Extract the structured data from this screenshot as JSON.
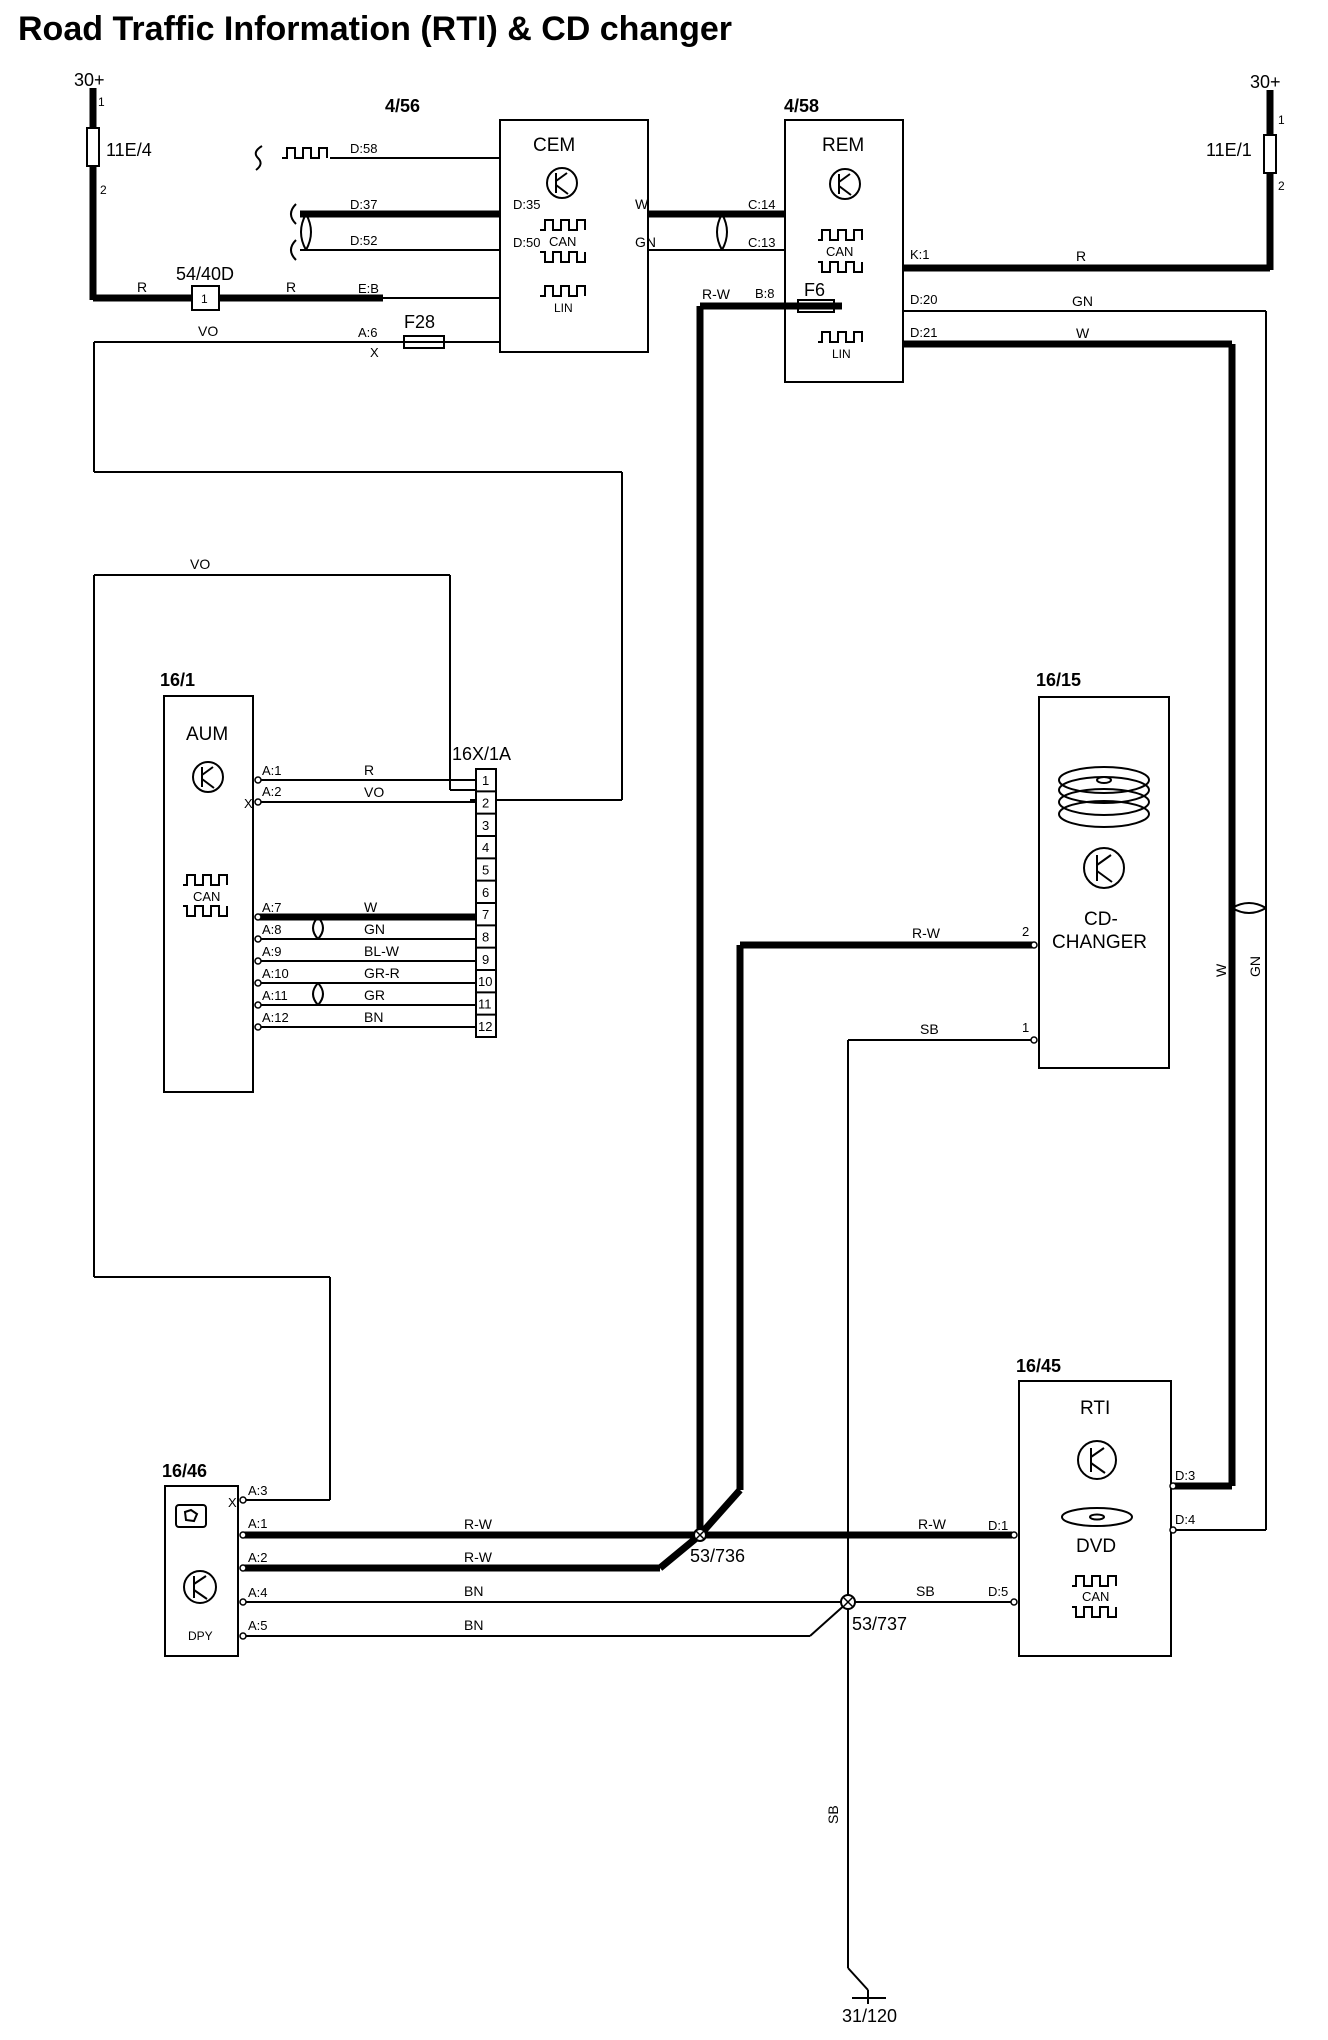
{
  "title": "Road Traffic Information (RTI) & CD changer",
  "supplies": {
    "left": {
      "label": "30+",
      "fuse": "11E/4",
      "pin1": "1",
      "pin2": "2"
    },
    "right": {
      "label": "30+",
      "fuse": "11E/1",
      "pin1": "1",
      "pin2": "2"
    }
  },
  "splice_54_40d": {
    "ref": "54/40D",
    "pin": "1"
  },
  "cem": {
    "ref": "4/56",
    "name": "CEM",
    "can": "CAN",
    "lin": "LIN",
    "fuse": "F28",
    "pins": {
      "d58": "D:58",
      "d37": "D:37",
      "d52": "D:52",
      "eb": "E:B",
      "a6": "A:6",
      "d35": "D:35",
      "d50": "D:50"
    }
  },
  "rem": {
    "ref": "4/58",
    "name": "REM",
    "can": "CAN",
    "lin": "LIN",
    "fuse": "F6",
    "pins": {
      "c14": "C:14",
      "c13": "C:13",
      "b8": "B:8",
      "k1": "K:1",
      "d20": "D:20",
      "d21": "D:21"
    }
  },
  "aum": {
    "ref": "16/1",
    "name": "AUM",
    "can": "CAN",
    "pins": [
      "A:1",
      "A:2",
      "A:7",
      "A:8",
      "A:9",
      "A:10",
      "A:11",
      "A:12"
    ]
  },
  "connector_16x": {
    "ref": "16X/1A",
    "pins": [
      "1",
      "2",
      "3",
      "4",
      "5",
      "6",
      "7",
      "8",
      "9",
      "10",
      "11",
      "12"
    ]
  },
  "cd_changer": {
    "ref": "16/15",
    "name_line1": "CD-",
    "name_line2": "CHANGER",
    "pin2": "2",
    "pin1": "1"
  },
  "rti": {
    "ref": "16/45",
    "name": "RTI",
    "dvd": "DVD",
    "can": "CAN",
    "pins": {
      "d3": "D:3",
      "d4": "D:4",
      "d1": "D:1",
      "d5": "D:5"
    }
  },
  "dpy": {
    "ref": "16/46",
    "name": "DPY",
    "pins": {
      "a3": "A:3",
      "a1": "A:1",
      "a2": "A:2",
      "a4": "A:4",
      "a5": "A:5"
    }
  },
  "splices": {
    "s736": "53/736",
    "s737": "53/737"
  },
  "ground": "31/120",
  "open_mark": "X",
  "wire_colors": {
    "r": "R",
    "vo": "VO",
    "w": "W",
    "gn": "GN",
    "rw": "R-W",
    "blw": "BL-W",
    "grr": "GR-R",
    "gr": "GR",
    "bn": "BN",
    "sb": "SB"
  }
}
